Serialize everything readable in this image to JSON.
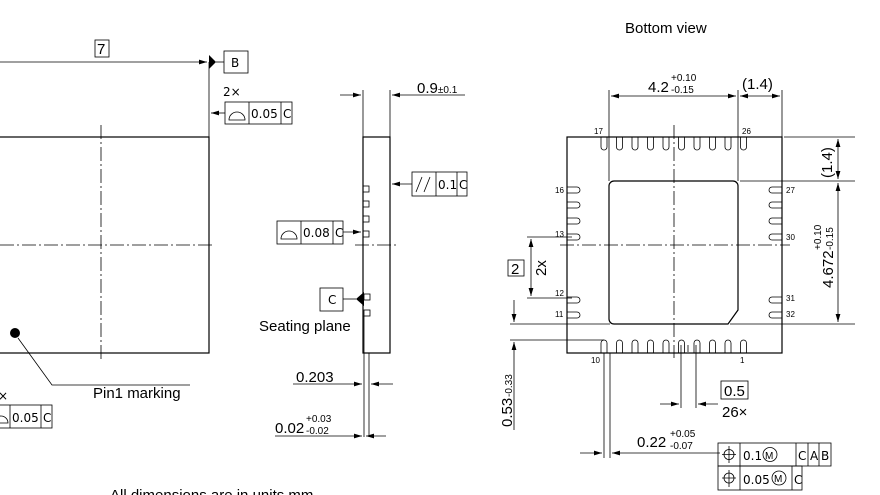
{
  "title": "Bottom view",
  "top_view": {
    "width_dim": "7",
    "datum_b": "B",
    "count_2x": "2×",
    "fcf_profile": {
      "tol": "0.05",
      "datum": "C"
    },
    "fcf_profile_lower": {
      "tol": "0.05",
      "datum": "C"
    },
    "count_lower": "×",
    "pin1_label": "Pin1 marking"
  },
  "side_view": {
    "height_dim": "0.9",
    "height_tol": "±0.1",
    "fcf_parallel": {
      "tol": "0.1",
      "datum": "C"
    },
    "fcf_profile": {
      "tol": "0.08",
      "datum": "C"
    },
    "datum_c": "C",
    "seating_plane": "Seating plane",
    "lead_dim": "0.203",
    "standoff_dim": "0.02",
    "standoff_plus": "+0.03",
    "standoff_minus": "-0.02"
  },
  "bottom_view": {
    "pad_w": "4.2",
    "pad_w_plus": "+0.10",
    "pad_w_minus": "-0.15",
    "ref_w": "(1.4)",
    "ref_h": "(1.4)",
    "pad_h": "4.672",
    "pad_h_plus": "+0.10",
    "pad_h_minus": "-0.15",
    "pitch_side": "2",
    "pitch_side_count": "2x",
    "lead_len": "0.53",
    "lead_len_tol": "-0.33",
    "pitch": "0.5",
    "pitch_count": "26×",
    "lead_w": "0.22",
    "lead_w_plus": "+0.05",
    "lead_w_minus": "-0.07",
    "fcf1": {
      "tol": "0.1",
      "mod": "M",
      "datums": [
        "C",
        "A",
        "B"
      ]
    },
    "fcf2": {
      "tol": "0.05",
      "mod": "M",
      "datums": [
        "C"
      ]
    },
    "pin_labels": {
      "p1": "1",
      "p10": "10",
      "p11": "11",
      "p12": "12",
      "p13": "13",
      "p16": "16",
      "p17": "17",
      "p26": "26",
      "p27": "27",
      "p30": "30",
      "p31": "31",
      "p32": "32"
    }
  },
  "footer": "All dimensions are in units mm"
}
